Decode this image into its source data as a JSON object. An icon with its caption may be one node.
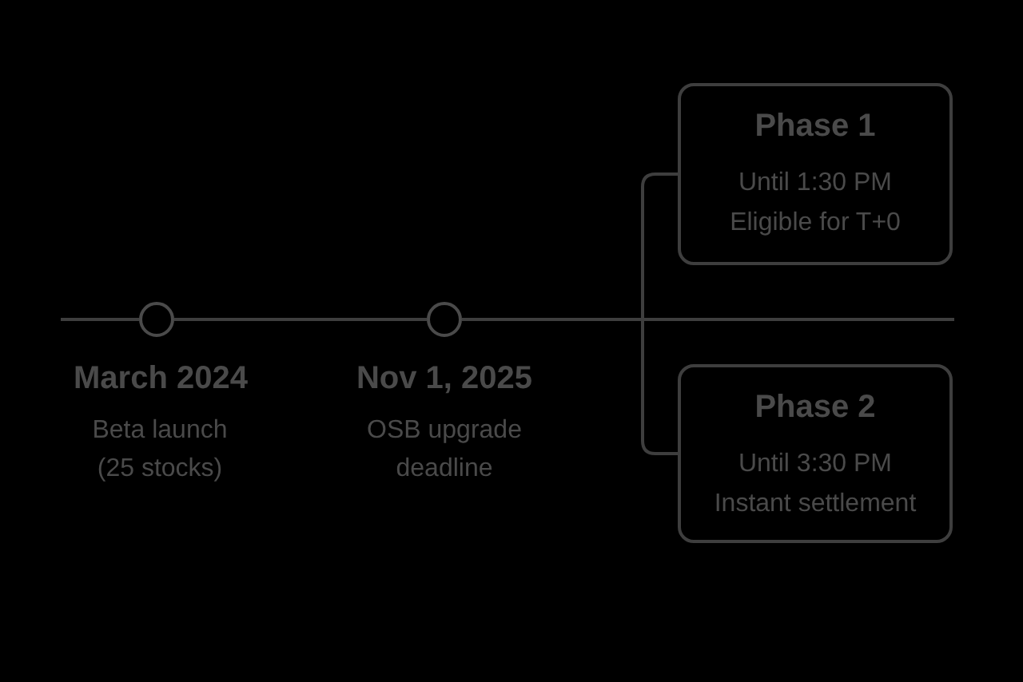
{
  "diagram": {
    "nodes": [
      {
        "text": [],
        "shape": "circle",
        "beside": [
          "March 2024",
          "Beta launch (25 stocks)"
        ]
      },
      {
        "text": [],
        "shape": "circle",
        "beside": [
          "Nov 1, 2025",
          "OSB upgrade deadline"
        ]
      },
      {
        "text": [
          "Phase 1",
          "Until 1:30 PM",
          "Eligible for T+0"
        ]
      },
      {
        "text": [
          "Phase 2",
          "Until 3:30 PM",
          "Instant settlement"
        ]
      }
    ],
    "edges": [
      {
        "from": null,
        "to": 0,
        "arrow": "none"
      },
      {
        "from": 0,
        "to": 1,
        "arrow": "none"
      },
      {
        "from": 1,
        "to": 2,
        "arrow": "none"
      },
      {
        "from": 1,
        "to": 3,
        "arrow": "none"
      },
      {
        "from": 1,
        "to": null,
        "arrow": "none"
      }
    ]
  }
}
